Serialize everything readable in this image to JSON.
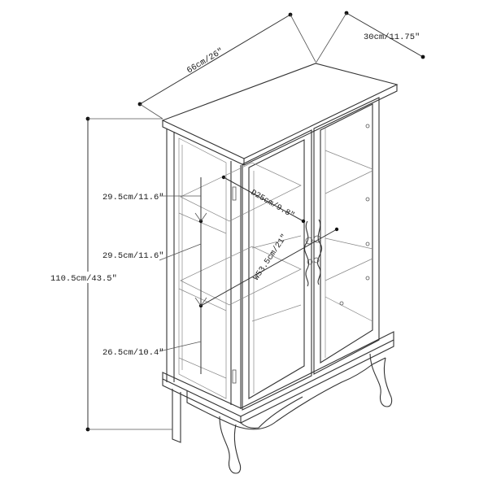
{
  "dimensions": {
    "width": "66cm/26″",
    "depth": "30cm/11.75″",
    "height": "110.5cm/43.5″",
    "shelf_gap_top": "29.5cm/11.6″",
    "shelf_gap_middle": "29.5cm/11.6″",
    "shelf_gap_bottom": "26.5cm/10.4″",
    "shelf_depth": "D25cm/9.8″",
    "shelf_width": "W53.5cm/21″"
  },
  "colors": {
    "line": "#333333",
    "background": "#ffffff"
  }
}
